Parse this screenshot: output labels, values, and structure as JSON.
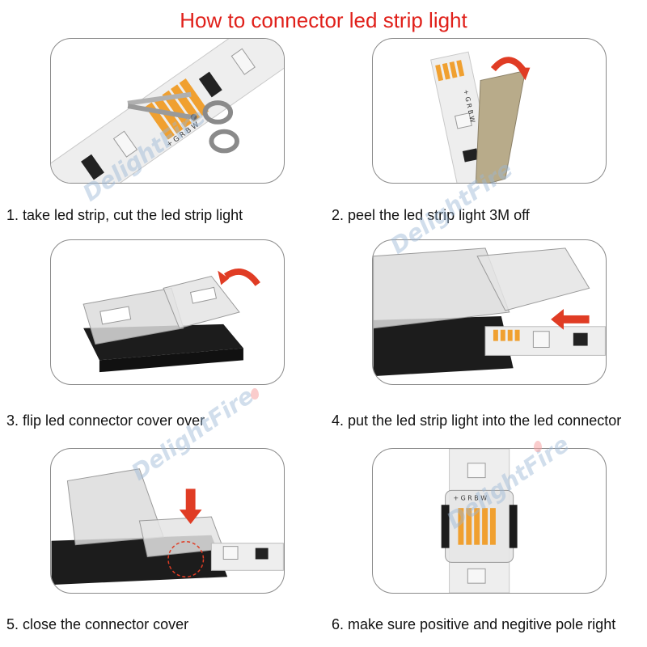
{
  "title": "How to connector led strip light",
  "steps": [
    {
      "caption": "1. take led strip, cut the led strip light",
      "strip_marks": "+ G R B W"
    },
    {
      "caption": "2. peel the led strip light 3M off",
      "strip_marks": "+ G R B W"
    },
    {
      "caption": "3. flip led connector cover over"
    },
    {
      "caption": "4. put the led strip light into the led connector"
    },
    {
      "caption": "5. close the connector cover"
    },
    {
      "caption": "6. make sure positive and negitive pole right",
      "strip_marks": "+ G R B W"
    }
  ],
  "watermark": "DelightFire",
  "colors": {
    "title": "#e0201a",
    "arrow": "#e03c24",
    "strip": "#f2f2f2",
    "pad": "#f0a030",
    "connector_base": "#1c1c1c"
  }
}
